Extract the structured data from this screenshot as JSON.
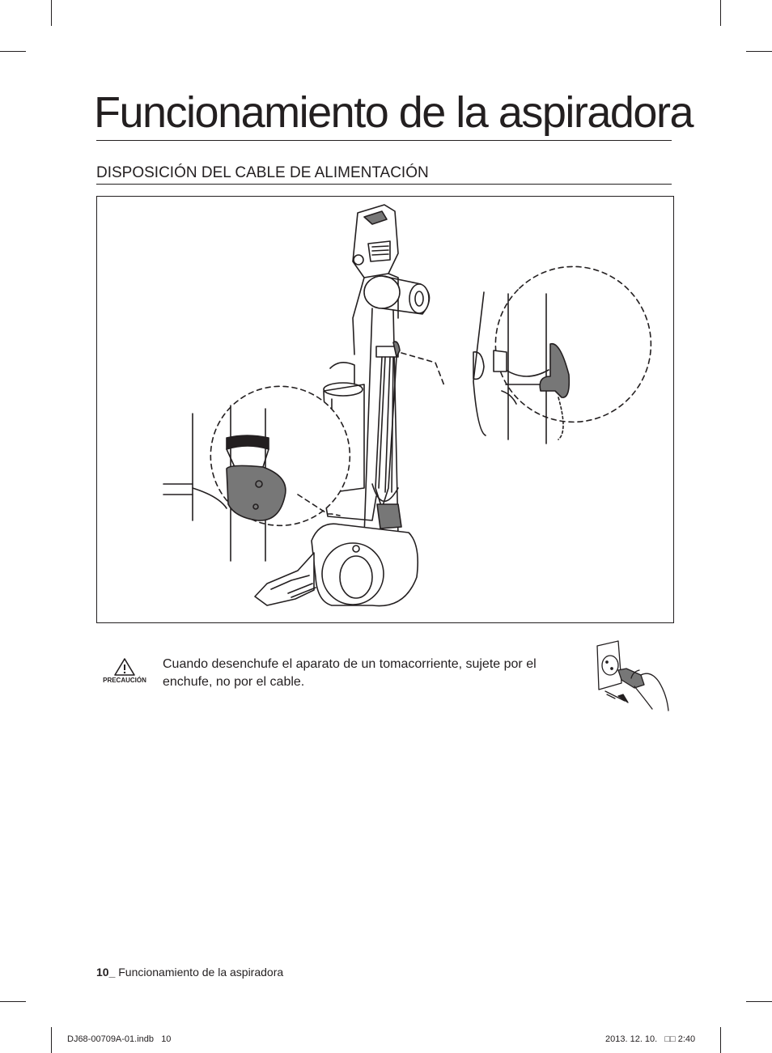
{
  "page": {
    "title": "Funcionamiento de la aspiradora",
    "section_heading": "DISPOSICIÓN DEL CABLE DE ALIMENTACIÓN"
  },
  "figure": {
    "illustration": "vacuum-cord-arrangement"
  },
  "caution": {
    "label": "PRECAUCIÓN",
    "text": "Cuando desenchufe el aparato de un tomacorriente, sujete por el enchufe, no por el cable.",
    "icon": "warning-triangle-icon",
    "illustration": "unplug-hand-icon"
  },
  "footer": {
    "page_number": "10_",
    "page_title": " Funcionamiento de la aspiradora"
  },
  "slug": {
    "file": "DJ68-00709A-01.indb   10",
    "date": "2013. 12. 10.   □□ 2:40"
  }
}
